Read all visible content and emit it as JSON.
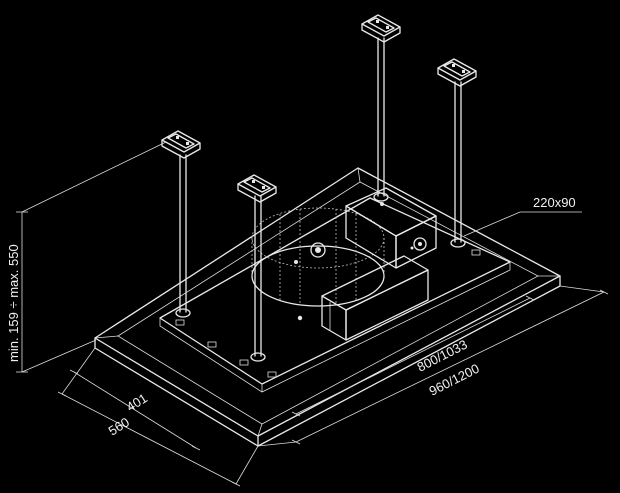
{
  "diagram": {
    "dimensions": {
      "height_range": "min. 159 ÷ max. 550",
      "duct_size": "220x90",
      "depth_inner": "401",
      "depth_outer": "560",
      "width_inner": "800/1033",
      "width_outer": "960/1200"
    },
    "colors": {
      "background": "#000000",
      "line": "#e9e9e9"
    }
  }
}
